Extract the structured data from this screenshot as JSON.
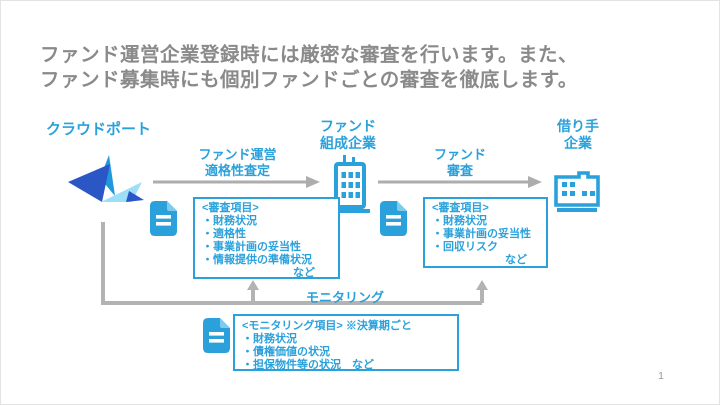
{
  "page": {
    "title_line1": "ファンド運営企業登録時には厳密な審査を行います。また、",
    "title_line2": "ファンド募集時にも個別ファンドごとの審査を徹底します。",
    "page_number": "1"
  },
  "colors": {
    "accent_blue": "#2AA1DB",
    "title_gray": "#8A8A8A",
    "arrow_gray": "#ADADAD",
    "logo_dark_blue": "#2A56C6",
    "logo_mid_blue": "#1F99DB",
    "logo_light_blue": "#9BDFF9"
  },
  "entities": {
    "crowdport": {
      "label": "クラウドポート",
      "icon": "origami-bird-logo"
    },
    "fund_company": {
      "label_line1": "ファンド",
      "label_line2": "組成企業",
      "icon": "office-building-icon"
    },
    "borrower": {
      "label_line1": "借り手",
      "label_line2": "企業",
      "icon": "company-building-icon"
    }
  },
  "flows": {
    "fund_operation_assessment": {
      "label_line1": "ファンド運営",
      "label_line2": "適格性査定"
    },
    "fund_screening": {
      "label_line1": "ファンド",
      "label_line2": "審査"
    },
    "monitoring": {
      "label": "モニタリング"
    }
  },
  "boxes": {
    "screening1": {
      "heading": "<審査項目>",
      "items": [
        "・財務状況",
        "・適格性",
        "・事業計画の妥当性",
        "・情報提供の準備状況"
      ],
      "suffix": "など"
    },
    "screening2": {
      "heading": "<審査項目>",
      "items": [
        "・財務状況",
        "・事業計画の妥当性",
        "・回収リスク"
      ],
      "suffix": "など"
    },
    "monitoring": {
      "heading": "<モニタリング項目> ※決算期ごと",
      "items": [
        "・財務状況",
        "・債権価値の状況",
        "・担保物件等の状況　など"
      ]
    }
  },
  "icons": {
    "document": "document-icon"
  }
}
